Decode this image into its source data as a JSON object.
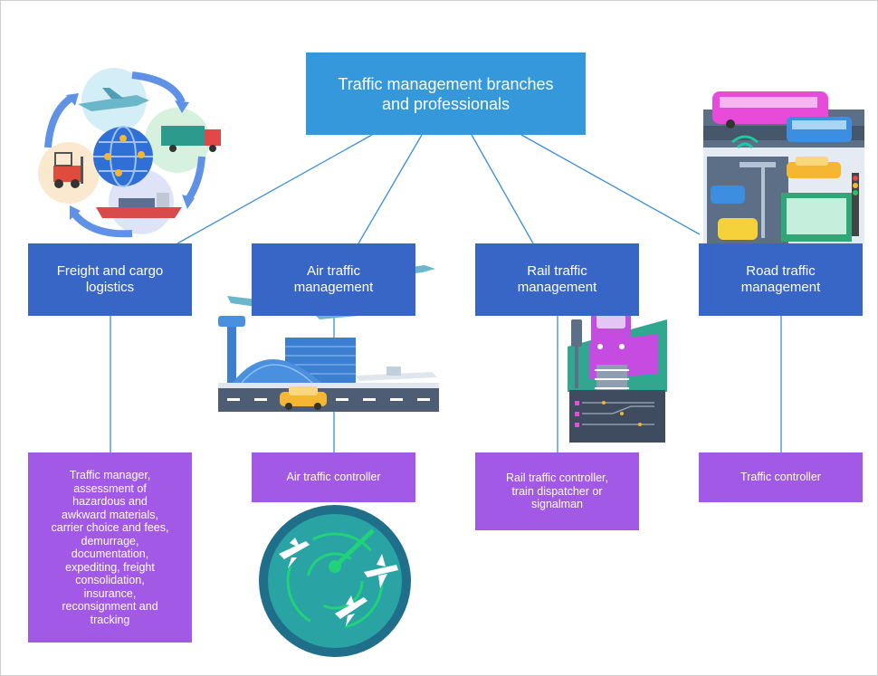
{
  "diagram": {
    "root": {
      "label": "Traffic management branches\nand professionals"
    },
    "branches": [
      {
        "id": "freight",
        "label": "Freight and cargo\nlogistics",
        "roles": "Traffic manager,\nassessment of\nhazardous and\nawkward materials,\ncarrier choice and fees,\ndemurrage,\ndocumentation,\nexpediting, freight\nconsolidation,\ninsurance,\nreconsignment and\ntracking"
      },
      {
        "id": "air",
        "label": "Air traffic\nmanagement",
        "roles": "Air traffic controller"
      },
      {
        "id": "rail",
        "label": "Rail traffic\nmanagement",
        "roles": "Rail traffic controller,\ntrain dispatcher or\nsignalman"
      },
      {
        "id": "road",
        "label": "Road traffic\nmanagement",
        "roles": "Traffic controller"
      }
    ],
    "colors": {
      "root": "#3498db",
      "branch": "#3866c7",
      "role": "#a259e6",
      "connector": "#3a8fd6"
    },
    "icons": [
      "freight-cycle-icon",
      "airport-icon",
      "train-icon",
      "city-road-icon",
      "radar-icon"
    ]
  }
}
